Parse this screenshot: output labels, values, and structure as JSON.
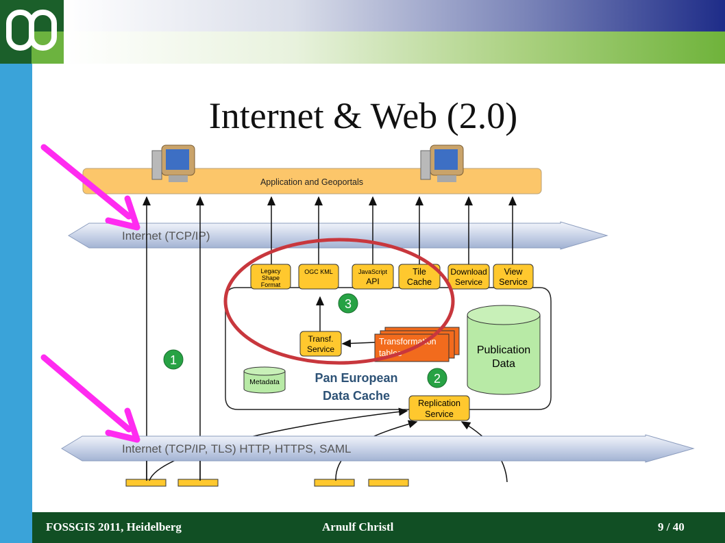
{
  "slide": {
    "title": "Internet & Web (2.0)"
  },
  "footer": {
    "left": "FOSSGIS 2011, Heidelberg",
    "center": "Arnulf Christl",
    "right": "9 / 40"
  },
  "diagram": {
    "portal_label": "Application and Geoportals",
    "internet_top": "Internet (TCP/IP)",
    "internet_bottom": "Internet (TCP/IP, TLS) HTTP, HTTPS, SAML",
    "services": [
      {
        "lines": [
          "Legacy",
          "Shape",
          "Format"
        ]
      },
      {
        "lines": [
          "OGC KML"
        ]
      },
      {
        "lines": [
          "JavaScript",
          "API"
        ]
      },
      {
        "lines": [
          "Tile",
          "Cache"
        ]
      },
      {
        "lines": [
          "Download",
          "Service"
        ]
      },
      {
        "lines": [
          "View",
          "Service"
        ]
      }
    ],
    "transf_service": [
      "Transf.",
      "Service"
    ],
    "transformation_tables": [
      "Transformation",
      "tables"
    ],
    "publication_data": [
      "Publication",
      "Data"
    ],
    "metadata": "Metadata",
    "cache_label": [
      "Pan European",
      "Data Cache"
    ],
    "replication_service": [
      "Replication",
      "Service"
    ],
    "badges": [
      "1",
      "2",
      "3"
    ]
  },
  "colors": {
    "accent_blue": "#3aa3d9",
    "dark_green": "#114f24",
    "light_green": "#6cb33f",
    "service_yellow": "#ffc82e",
    "highlight_red": "#c8373d",
    "pointer_magenta": "#ff2bf0"
  }
}
